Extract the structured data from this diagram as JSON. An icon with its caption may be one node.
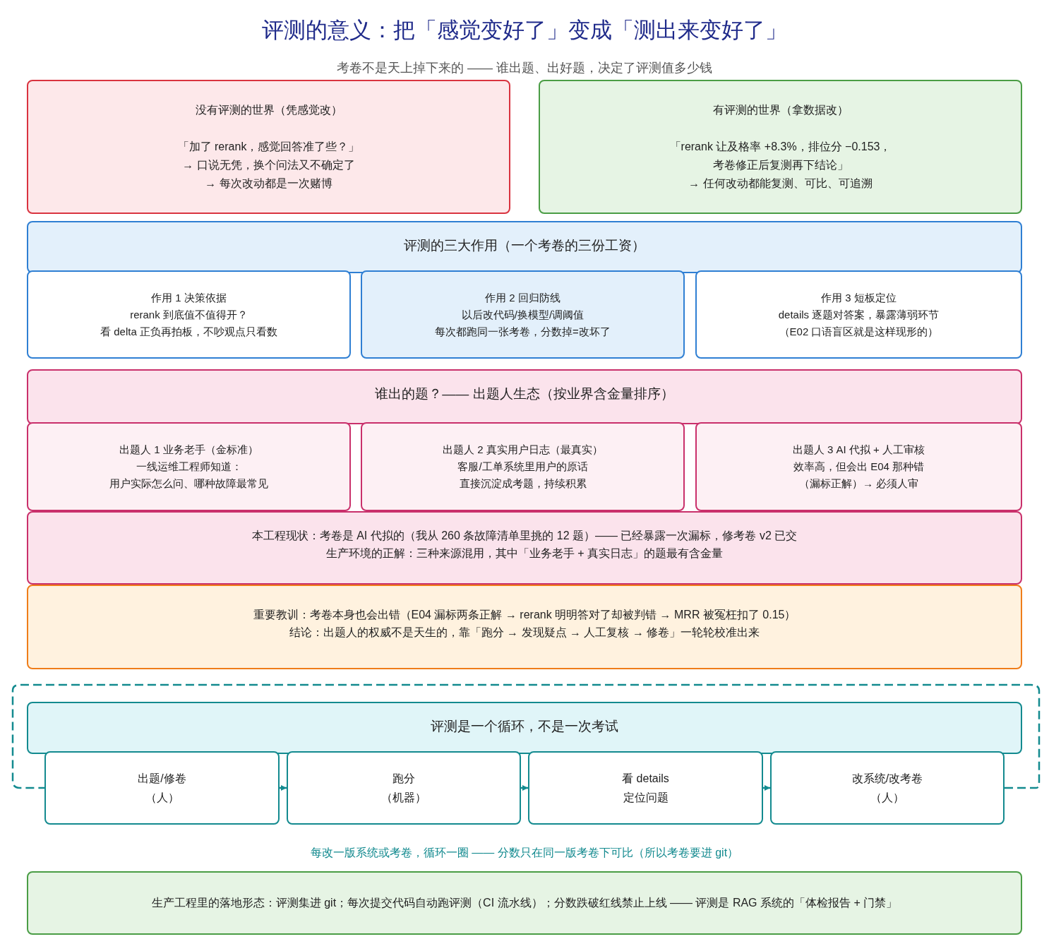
{
  "diagram": {
    "title": "评测的意义：把「感觉变好了」变成「测出来变好了」",
    "nodes": [
      {
        "text": [
          "没有评测的世界（凭感觉改）",
          "「加了 rerank，感觉回答准了些？」",
          "→ 口说无凭，换个问法又不确定了",
          "→ 每次改动都是一次赌博"
        ]
      },
      {
        "text": [
          "有评测的世界（拿数据改）",
          "「rerank 让及格率 +8.3%，排位分 −0.153，",
          "考卷修正后复测再下结论」",
          "→ 任何改动都能复测、可比、可追溯"
        ]
      },
      {
        "text": [
          "评测的三大作用（一个考卷的三份工资）"
        ]
      },
      {
        "text": [
          "作用 1 决策依据",
          "rerank 到底值不值得开？",
          "看 delta 正负再拍板，不吵观点只看数"
        ]
      },
      {
        "text": [
          "作用 2 回归防线",
          "以后改代码/换模型/调阈值",
          "每次都跑同一张考卷，分数掉=改坏了"
        ]
      },
      {
        "text": [
          "作用 3 短板定位",
          "details 逐题对答案，暴露薄弱环节",
          "（E02 口语盲区就是这样现形的）"
        ]
      },
      {
        "text": [
          "谁出的题？—— 出题人生态（按业界含金量排序）"
        ]
      },
      {
        "text": [
          "出题人 1 业务老手（金标准）",
          "一线运维工程师知道：",
          "用户实际怎么问、哪种故障最常见"
        ]
      },
      {
        "text": [
          "出题人 2 真实用户日志（最真实）",
          "客服/工单系统里用户的原话",
          "直接沉淀成考题，持续积累"
        ]
      },
      {
        "text": [
          "出题人 3 AI 代拟 + 人工审核",
          "效率高，但会出 E04 那种错",
          "（漏标正解）→ 必须人审"
        ]
      },
      {
        "text": [
          "本工程现状：考卷是 AI 代拟的（我从 260 条故障清单里挑的 12 题）—— 已经暴露一次漏标，修考卷 v2 已交",
          "生产环境的正解：三种来源混用，其中「业务老手 + 真实日志」的题最有含金量"
        ]
      },
      {
        "text": [
          "重要教训：考卷本身也会出错（E04 漏标两条正解 → rerank 明明答对了却被判错 → MRR 被冤枉扣了 0.15）",
          "结论：出题人的权威不是天生的，靠「跑分 → 发现疑点 → 人工复核 → 修卷」一轮轮校准出来"
        ]
      },
      {
        "text": [
          "评测是一个循环，不是一次考试"
        ]
      },
      {
        "text": [
          "出题/修卷",
          "（人）"
        ]
      },
      {
        "text": [
          "跑分",
          "（机器）"
        ]
      },
      {
        "text": [
          "看 details",
          "定位问题"
        ]
      },
      {
        "text": [
          "改系统/改考卷",
          "（人）"
        ]
      },
      {
        "text": [
          "生产工程里的落地形态：评测集进 git；每次提交代码自动跑评测（CI 流水线）；分数跌破红线禁止上线 —— 评测是 RAG 系统的「体检报告 + 门禁」"
        ]
      }
    ],
    "edges": [
      {
        "from": 13,
        "to": 14,
        "arrow": "to"
      },
      {
        "from": 14,
        "to": 15,
        "arrow": "to"
      },
      {
        "from": 15,
        "to": 16,
        "arrow": "to"
      },
      {
        "from": 16,
        "to": 13,
        "arrow": "none",
        "style": "dashed"
      }
    ],
    "labels": [
      "考卷不是天上掉下来的 —— 谁出题、出好题，决定了评测值多少钱",
      "每改一版系统或考卷，循环一圈 —— 分数只在同一版考卷下可比（所以考卷要进 git）"
    ]
  }
}
